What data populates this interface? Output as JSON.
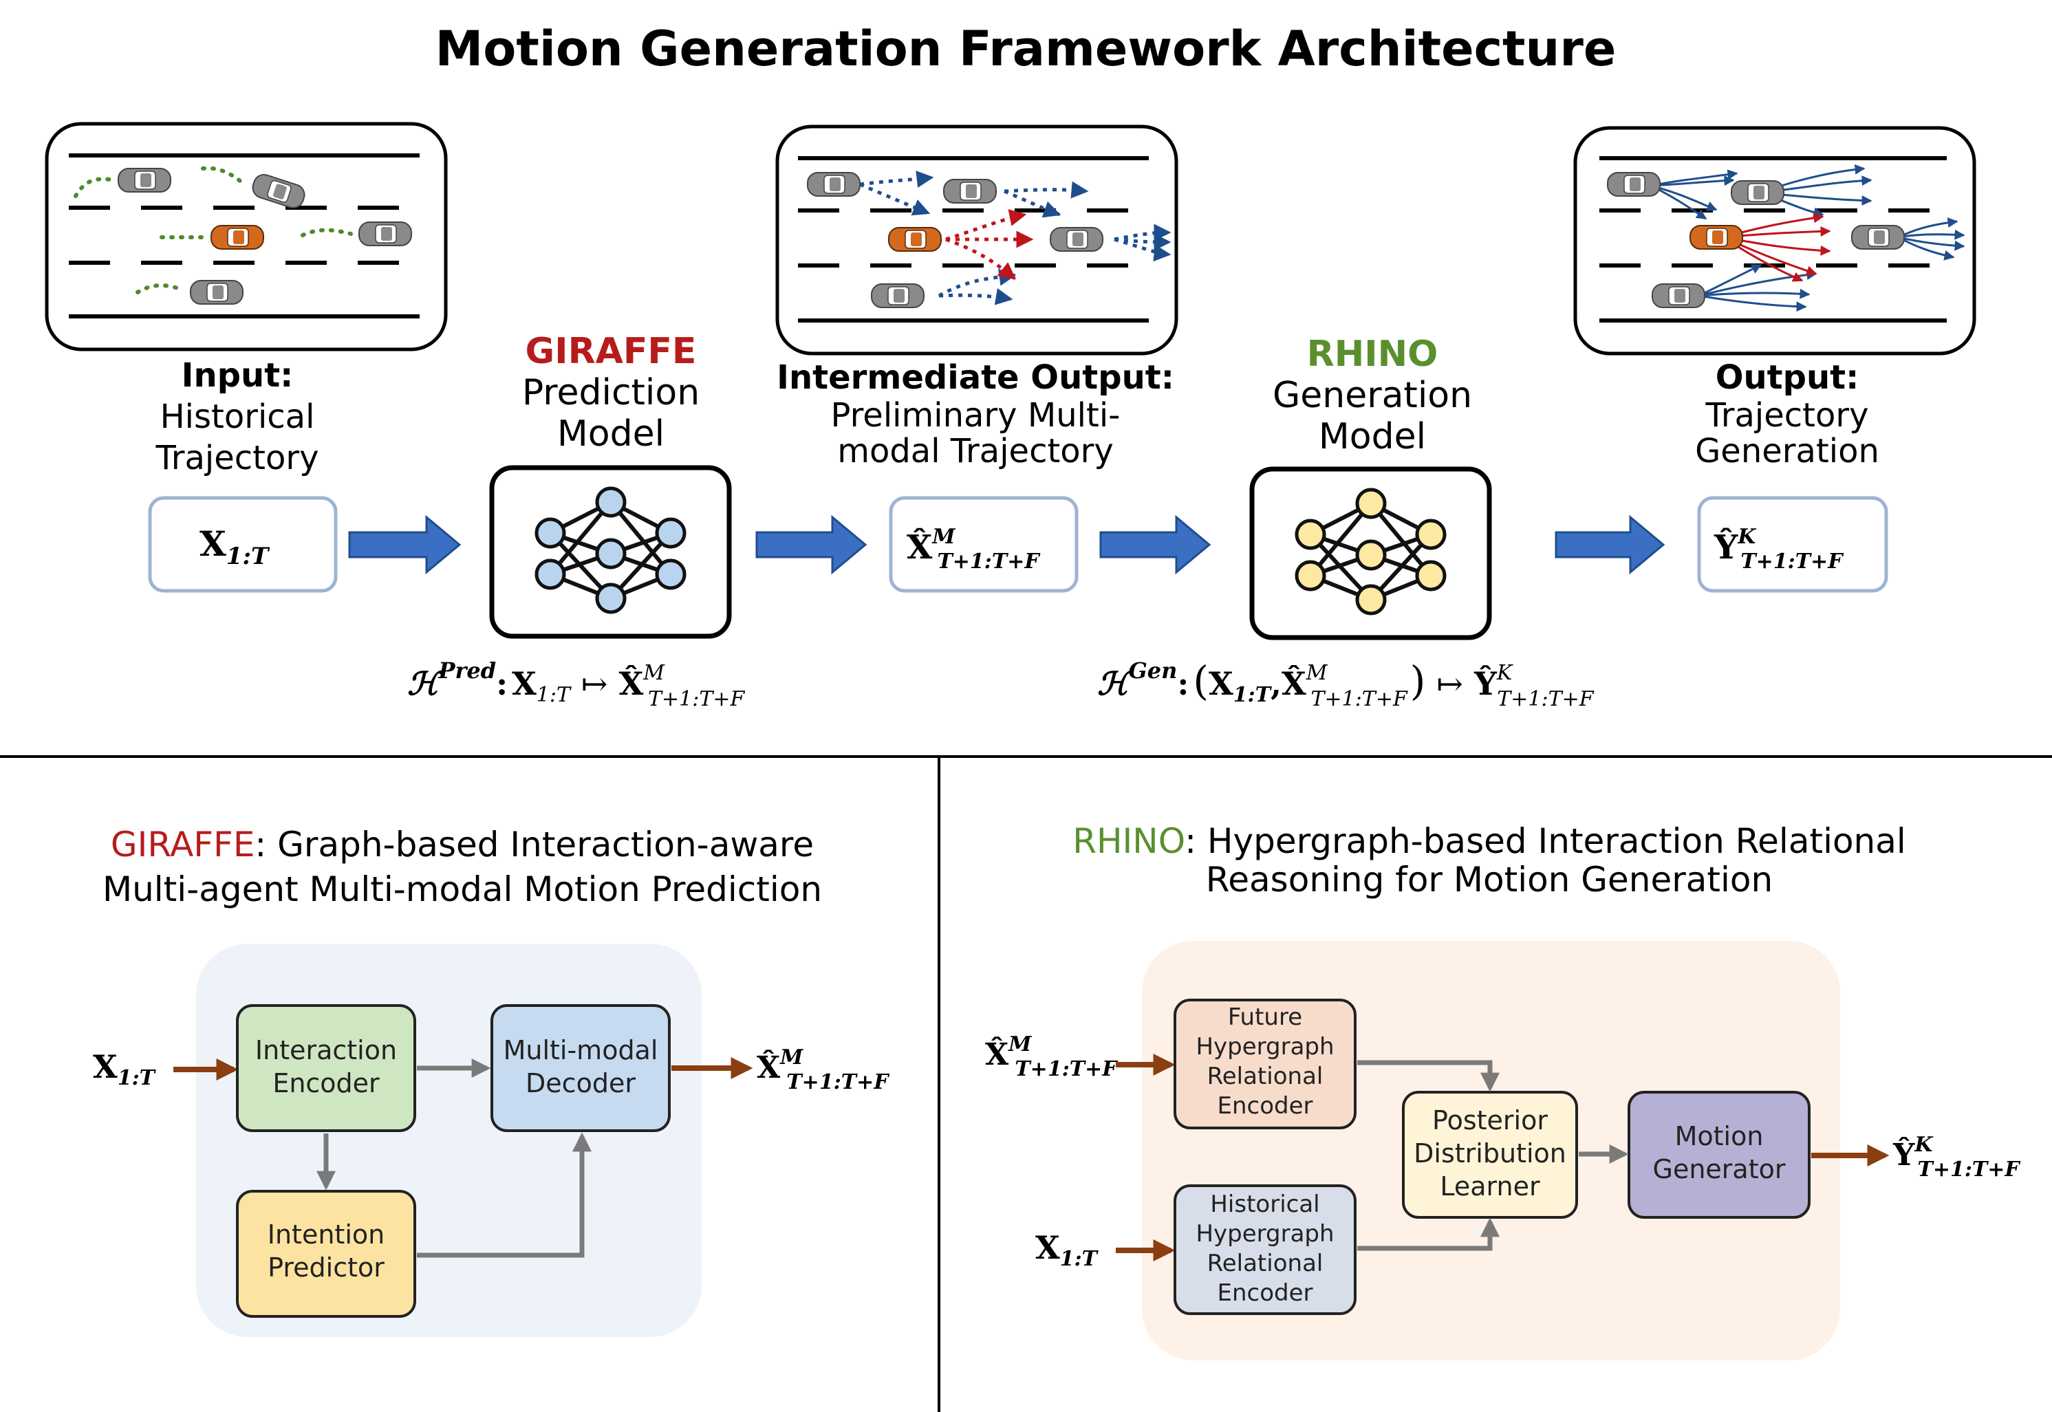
{
  "title": "Motion Generation Framework Architecture",
  "pipeline": {
    "input": {
      "label_bold": "Input:",
      "label_lines": [
        "Historical",
        "Trajectory"
      ],
      "math": {
        "base": "X",
        "sub": "1:T"
      }
    },
    "giraffe_stage": {
      "name": "GIRAFFE",
      "lines": [
        "Prediction",
        "Model"
      ],
      "mapping": {
        "H": "ℋ",
        "sup": "Pred",
        "colon": ":",
        "arg": "X",
        "arg_sub": "1:T",
        "maps_to": "↦",
        "out": "X̂",
        "out_sup": "M",
        "out_sub": "T+1:T+F"
      }
    },
    "intermediate": {
      "label_bold": "Intermediate Output:",
      "label_lines": [
        "Preliminary Multi-",
        "modal Trajectory"
      ],
      "math": {
        "base": "X̂",
        "sup": "M",
        "sub": "T+1:T+F"
      }
    },
    "rhino_stage": {
      "name": "RHINO",
      "lines": [
        "Generation",
        "Model"
      ],
      "mapping": {
        "H": "ℋ",
        "sup": "Gen",
        "colon": ":",
        "lparen": "(",
        "a1": "X",
        "a1_sub": "1:T",
        "comma": ",",
        "a2": "X̂",
        "a2_sup": "M",
        "a2_sub": "T+1:T+F",
        "rparen": ")",
        "maps_to": "↦",
        "out": "Ŷ",
        "out_sup": "K",
        "out_sub": "T+1:T+F"
      }
    },
    "output": {
      "label_bold": "Output:",
      "label_lines": [
        "Trajectory",
        "Generation"
      ],
      "math": {
        "base": "Ŷ",
        "sup": "K",
        "sub": "T+1:T+F"
      }
    }
  },
  "giraffe_panel": {
    "name": "GIRAFFE",
    "title_rest": ": Graph-based Interaction-aware",
    "title_line2": "Multi-agent Multi-modal Motion Prediction",
    "input": {
      "base": "X",
      "sub": "1:T"
    },
    "interaction_encoder": [
      "Interaction",
      "Encoder"
    ],
    "multimodal_decoder": [
      "Multi-modal",
      "Decoder"
    ],
    "intention_predictor": [
      "Intention",
      "Predictor"
    ],
    "output": {
      "base": "X̂",
      "sup": "M",
      "sub": "T+1:T+F"
    }
  },
  "rhino_panel": {
    "name": "RHINO",
    "title_rest": ": Hypergraph-based Interaction Relational",
    "title_line2": "Reasoning for Motion Generation",
    "input_future": {
      "base": "X̂",
      "sup": "M",
      "sub": "T+1:T+F"
    },
    "input_hist": {
      "base": "X",
      "sub": "1:T"
    },
    "future_encoder": [
      "Future",
      "Hypergraph",
      "Relational",
      "Encoder"
    ],
    "historical_encoder": [
      "Historical",
      "Hypergraph",
      "Relational",
      "Encoder"
    ],
    "posterior": [
      "Posterior",
      "Distribution",
      "Learner"
    ],
    "motion_generator": [
      "Motion",
      "Generator"
    ],
    "output": {
      "base": "Ŷ",
      "sup": "K",
      "sub": "T+1:T+F"
    }
  },
  "colors": {
    "giraffe": "#b71c1c",
    "rhino": "#5a8f2e",
    "pipeline_arrow": "#3b6fc4",
    "panel_arrow_in": "#8b3e12",
    "panel_arrow_internal": "#7a7a7a",
    "car_ego": "#d2691e",
    "car_other": "#8a8a8a",
    "history_dots": "#4e8a2b",
    "multimodal_blue": "#1f4e8c",
    "multimodal_red": "#c0141b",
    "giraffe_bg": "#eef3f9",
    "rhino_bg": "#fdf1e8",
    "interaction_encoder_fill": "#cfe6c2",
    "decoder_fill": "#c6daf0",
    "intention_fill": "#fde3a1",
    "future_encoder_fill": "#f8dccb",
    "historical_encoder_fill": "#d8dee9",
    "posterior_fill": "#fff4d8",
    "motion_generator_fill": "#b6b1d4",
    "nn_blue": "#b9d4ee",
    "nn_yellow": "#fde9a1"
  },
  "icons": [
    "car-icon",
    "neural-network-icon",
    "arrow-icon"
  ]
}
